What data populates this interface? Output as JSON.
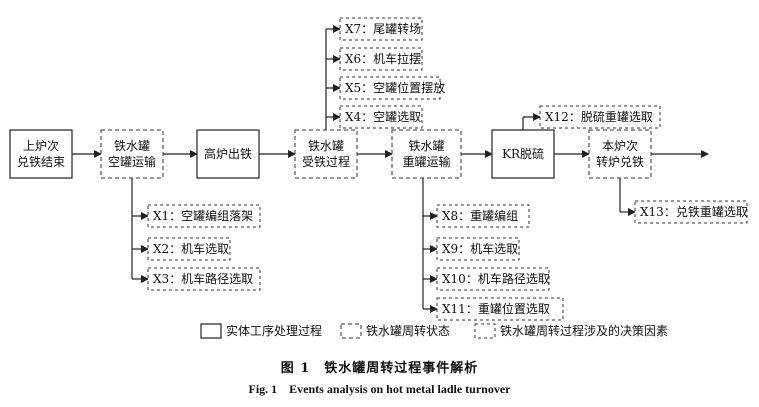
{
  "process_nodes": [
    {
      "id": "n1",
      "lines": [
        "上炉次",
        "兑铁结束"
      ]
    },
    {
      "id": "n2",
      "lines": [
        "铁水罐",
        "空罐运输"
      ]
    },
    {
      "id": "n3",
      "lines": [
        "高炉出铁"
      ]
    },
    {
      "id": "n4",
      "lines": [
        "铁水罐",
        "受铁过程"
      ]
    },
    {
      "id": "n5",
      "lines": [
        "铁水罐",
        "重罐运输"
      ]
    },
    {
      "id": "n6",
      "lines": [
        "KR脱硫"
      ]
    },
    {
      "id": "n7",
      "lines": [
        "本炉次",
        "转炉兑铁"
      ]
    }
  ],
  "factor_groups": [
    {
      "attach": "n2",
      "items": [
        "X1：空罐编组落架",
        "X2：机车选取",
        "X3：机车路径选取"
      ]
    },
    {
      "attach": "n4",
      "items": [
        "X7：尾罐转场",
        "X6：机车拉摆",
        "X5：空罐位置摆放",
        "X4：空罐选取"
      ]
    },
    {
      "attach": "n5",
      "items": [
        "X8：重罐编组",
        "X9：机车选取",
        "X10：机车路径选取",
        "X11：重罐位置选取"
      ]
    },
    {
      "attach": "n6",
      "items": [
        "X12：脱硫重罐选取"
      ]
    },
    {
      "attach": "n7",
      "items": [
        "X13：兑铁重罐选取"
      ]
    }
  ],
  "legend": {
    "solid_label": "实体工序处理过程",
    "state_label": "铁水罐周转状态",
    "factor_label": "铁水罐周转过程涉及的决策因素"
  },
  "caption": {
    "cn": "图 1　铁水罐周转过程事件解析",
    "en": "Fig. 1　Events analysis on hot metal ladle turnover"
  }
}
